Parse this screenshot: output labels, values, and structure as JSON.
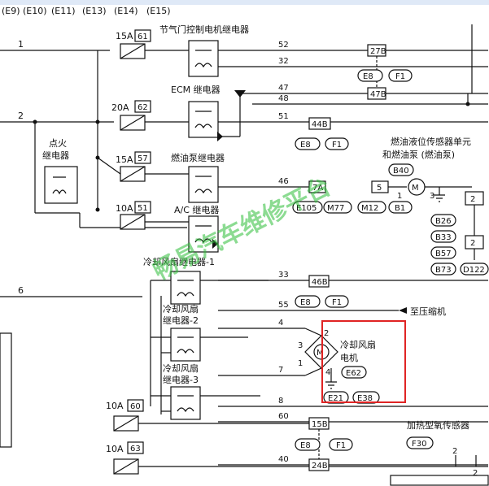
{
  "header": {
    "connectors": [
      "(E9)",
      "(E10)",
      "(E11)",
      "(E13)",
      "(E14)",
      "(E15)"
    ]
  },
  "left_wires": [
    "1",
    "2",
    "6"
  ],
  "fuses": [
    {
      "amp": "15A",
      "num": "61"
    },
    {
      "amp": "20A",
      "num": "62"
    },
    {
      "amp": "15A",
      "num": "57"
    },
    {
      "amp": "10A",
      "num": "51"
    },
    {
      "amp": "10A",
      "num": "60"
    },
    {
      "amp": "10A",
      "num": "63"
    }
  ],
  "relays": {
    "throttle": "节气门控制电机继电器",
    "ecm": "ECM 继电器",
    "fuel_pump": "燃油泵继电器",
    "ac": "A/C 继电器",
    "fan1": "冷却风扇继电器-1",
    "fan2_line1": "冷却风扇",
    "fan2_line2": "继电器-2",
    "fan3_line1": "冷却风扇",
    "fan3_line2": "继电器-3",
    "ignition_line1": "点火",
    "ignition_line2": "继电器"
  },
  "pins": [
    "52",
    "32",
    "47",
    "48",
    "51",
    "46",
    "33",
    "55",
    "4",
    "7",
    "8",
    "60",
    "40"
  ],
  "junctions": [
    "27B",
    "47B",
    "44B",
    "7A",
    "5",
    "46B",
    "15B",
    "24B"
  ],
  "connector_tags": [
    "E8",
    "F1",
    "E8",
    "F1",
    "E105",
    "M77",
    "M12",
    "B1",
    "E8",
    "F1",
    "E8",
    "F1"
  ],
  "fuel_sensor": {
    "line1": "燃油液位传感器单元",
    "line2": "和燃油泵 (燃油泵)",
    "tag": "B40",
    "pin1": "1",
    "pin3": "3",
    "ground_tags": [
      "B26",
      "B33",
      "B57",
      "B73",
      "D122"
    ],
    "ground_pins": [
      "2",
      "2"
    ]
  },
  "compressor": "至压缩机",
  "fan_motor": {
    "line1": "冷却风扇",
    "line2": "电机",
    "tag": "E62",
    "tags2": [
      "E21",
      "E38"
    ],
    "pins": [
      "2",
      "3",
      "1",
      "4"
    ]
  },
  "o2_sensor": {
    "label": "加热型氧传感器",
    "tag": "F30"
  },
  "right_pins": [
    "2",
    "2"
  ],
  "watermark": "畅易汽车维修平台"
}
